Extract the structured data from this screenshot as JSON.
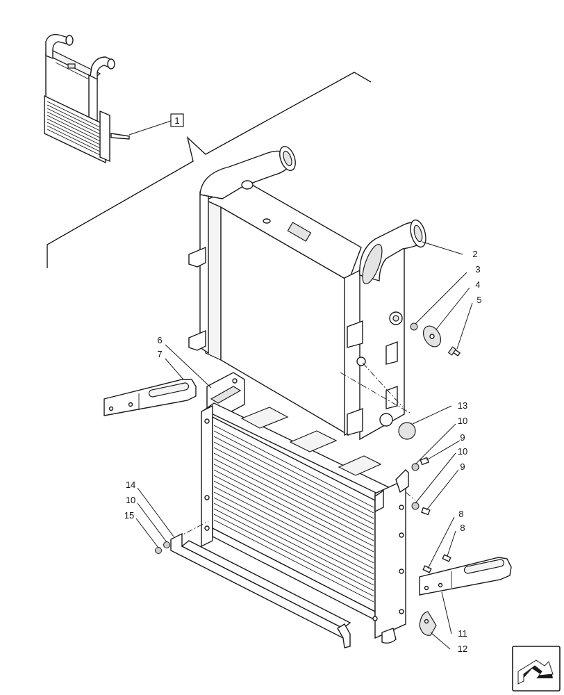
{
  "diagram": {
    "ref_box_label": "1",
    "callouts": [
      "2",
      "3",
      "4",
      "5",
      "6",
      "7",
      "8",
      "8",
      "9",
      "9",
      "10",
      "10",
      "10",
      "11",
      "12",
      "13",
      "14",
      "15"
    ]
  },
  "nav_icon": "next-page-arrow-icon"
}
